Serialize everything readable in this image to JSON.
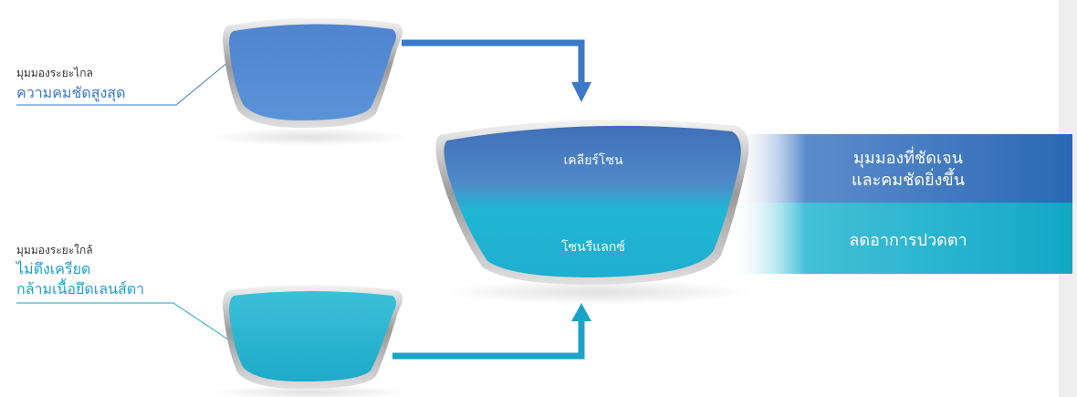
{
  "far_vision": {
    "label": "มุมมองระยะไกล",
    "title": "ความคมชัดสูงสุด"
  },
  "near_vision": {
    "label": "มุมมองระยะใกล้",
    "title_line1": "ไม่ตึงเครียด",
    "title_line2": "กล้ามเนื้อยึดเลนส์ตา"
  },
  "main_lens": {
    "top_zone": "เคลียร์โซน",
    "bottom_zone": "โซนรีแลกซ์"
  },
  "benefits": {
    "top_line1": "มุมมองที่ชัดเจน",
    "top_line2": "และคมชัดยิ่งขึ้น",
    "bottom": "ลดอาการปวดตา"
  },
  "colors": {
    "far_blue": "#3a78c8",
    "near_cyan": "#1aa3c8",
    "top_band": "#2f6fb9",
    "bottom_band": "#11a9c7"
  }
}
